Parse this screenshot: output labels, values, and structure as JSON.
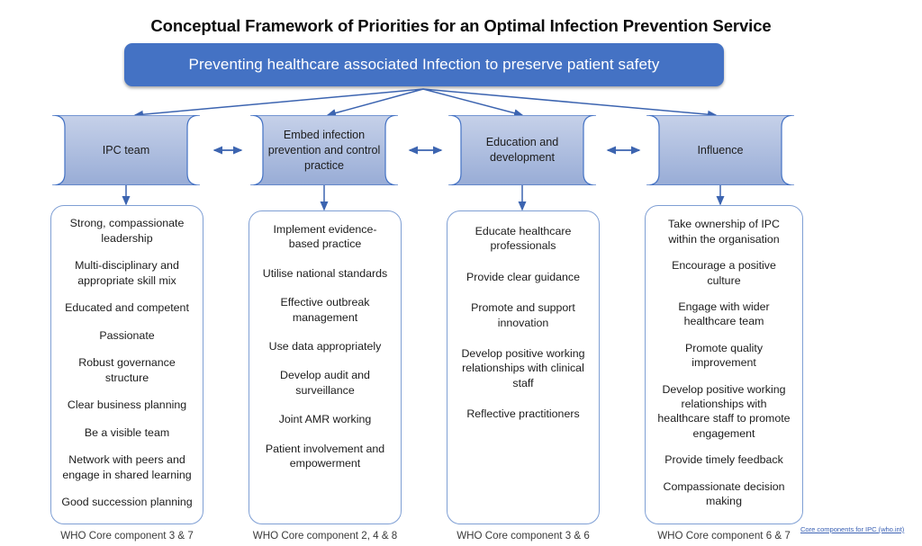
{
  "page_title": "Conceptual Framework of Priorities for an Optimal Infection Prevention Service",
  "banner": {
    "text": "Preventing healthcare associated Infection to preserve patient safety",
    "fill_color": "#4472C4",
    "text_color": "#FFFFFF"
  },
  "theme": {
    "header_fill_top": "#C3CFE8",
    "header_fill_bottom": "#9DB0D8",
    "header_stroke": "#4472C4",
    "listbox_stroke": "#7F9FD4",
    "connector_color": "#4472C4",
    "link_color": "#3D63B5"
  },
  "columns": [
    {
      "header": "IPC team",
      "items": [
        "Strong, compassionate leadership",
        "Multi-disciplinary and appropriate skill mix",
        "Educated and competent",
        "Passionate",
        "Robust governance structure",
        "Clear business planning",
        "Be a visible team",
        "Network with peers and engage in shared learning",
        "Good succession planning"
      ],
      "footer": "WHO Core component 3 & 7"
    },
    {
      "header": "Embed infection prevention and control practice",
      "items": [
        "Implement evidence-based practice",
        "Utilise national standards",
        "Effective outbreak management",
        "Use data appropriately",
        "Develop audit and surveillance",
        "Joint AMR working",
        "Patient involvement and empowerment"
      ],
      "footer": "WHO Core component 2, 4 & 8"
    },
    {
      "header": "Education and development",
      "items": [
        "Educate healthcare professionals",
        "Provide clear guidance",
        "Promote and support innovation",
        "Develop positive working relationships with clinical staff",
        "Reflective practitioners"
      ],
      "footer": "WHO Core component 3 & 6"
    },
    {
      "header": "Influence",
      "items": [
        "Take ownership of IPC within the organisation",
        "Encourage a positive culture",
        "Engage with wider healthcare team",
        "Promote quality improvement",
        "Develop positive working relationships with healthcare staff to promote engagement",
        "Provide timely feedback",
        "Compassionate decision making"
      ],
      "footer": "WHO Core component 6 & 7"
    }
  ],
  "source_link": "Core components for IPC (who.int)"
}
